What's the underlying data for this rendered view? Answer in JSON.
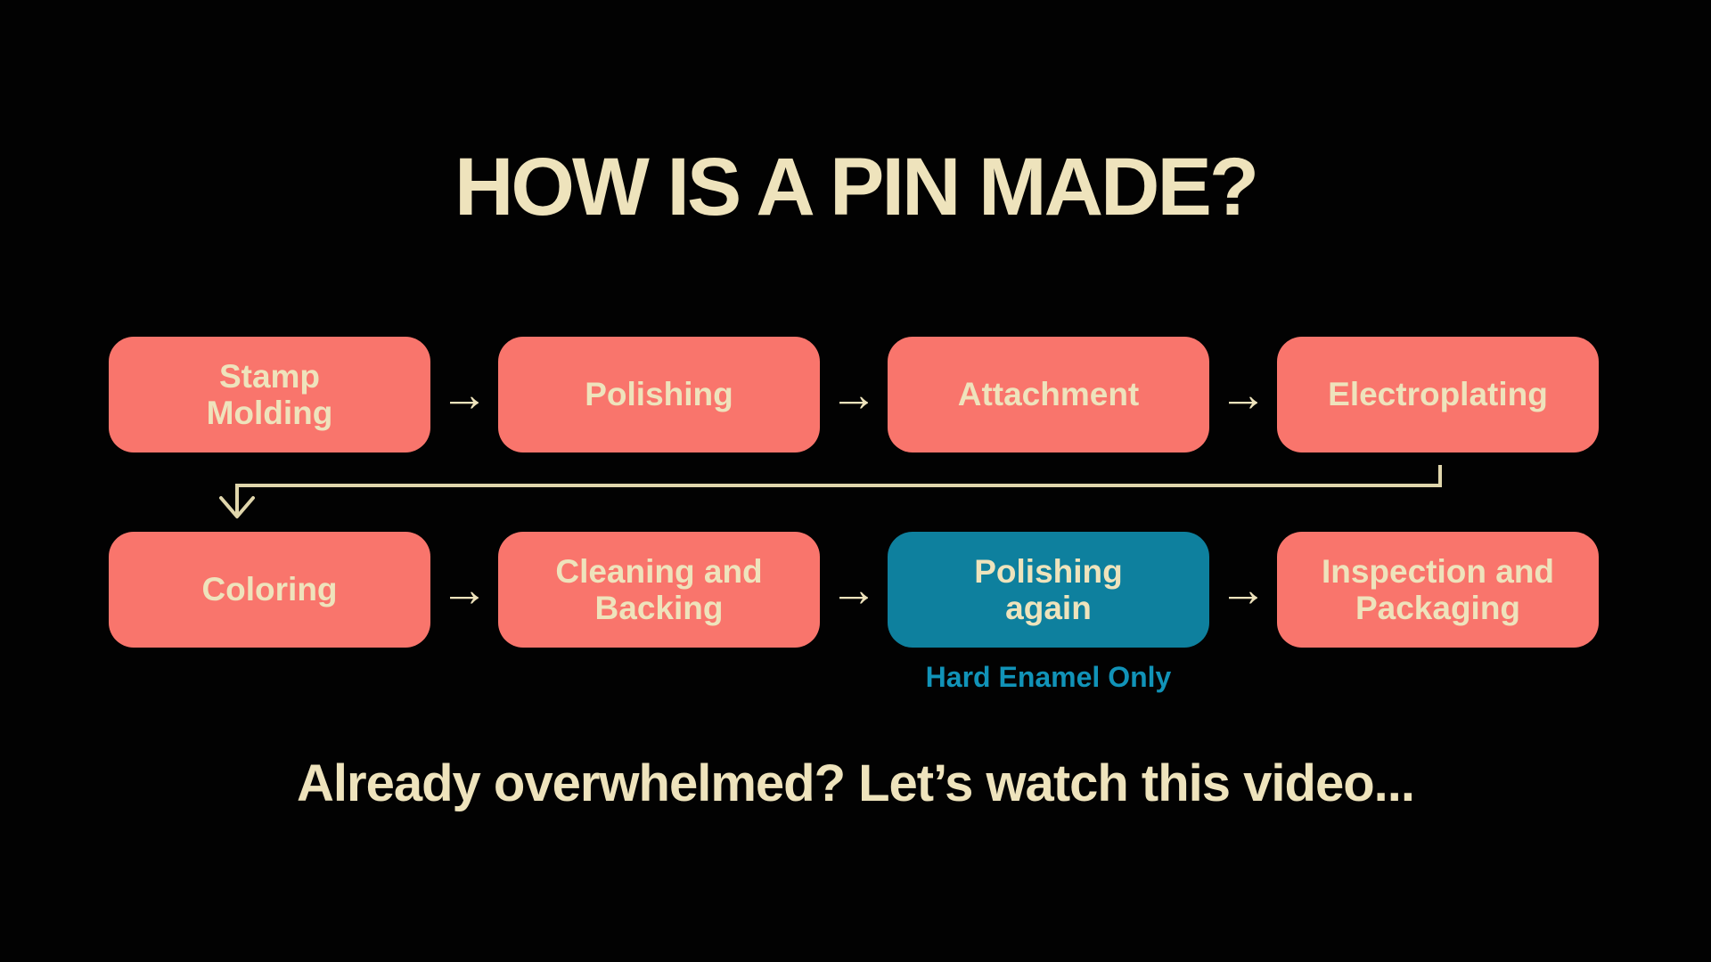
{
  "title": "HOW IS A PIN MADE?",
  "arrow_glyph": "→",
  "colors": {
    "background": "#020202",
    "box_salmon": "#F9756C",
    "box_teal": "#0E809E",
    "text_cream": "#EEE3BC",
    "note_teal": "#1193B8",
    "connector_line": "#E0D6AC"
  },
  "rows": [
    {
      "steps": [
        {
          "label": "Stamp\nMolding",
          "variant": "salmon"
        },
        {
          "label": "Polishing",
          "variant": "salmon"
        },
        {
          "label": "Attachment",
          "variant": "salmon"
        },
        {
          "label": "Electroplating",
          "variant": "salmon"
        }
      ]
    },
    {
      "steps": [
        {
          "label": "Coloring",
          "variant": "salmon"
        },
        {
          "label": "Cleaning and\nBacking",
          "variant": "salmon"
        },
        {
          "label": "Polishing\nagain",
          "variant": "teal"
        },
        {
          "label": "Inspection and\nPackaging",
          "variant": "salmon"
        }
      ]
    }
  ],
  "note": "Hard Enamel Only",
  "footer": "Already overwhelmed? Let’s watch this video..."
}
